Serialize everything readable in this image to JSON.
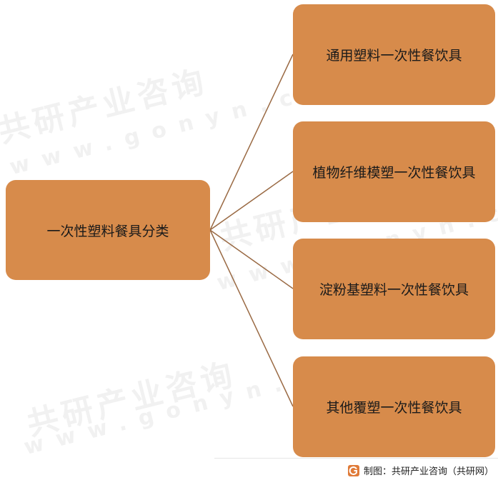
{
  "diagram": {
    "root": {
      "label": "一次性塑料餐具分类"
    },
    "children": [
      {
        "label": "通用塑料一次性餐饮具"
      },
      {
        "label": "植物纤维模塑一次性餐饮具"
      },
      {
        "label": "淀粉基塑料一次性餐饮具"
      },
      {
        "label": "其他覆塑一次性餐饮具"
      }
    ]
  },
  "watermark": {
    "brand_cn": "共研产业咨询",
    "brand_url": "www.gonyn.com"
  },
  "footer": {
    "credit": "制图：共研产业咨询（共研网）"
  },
  "colors": {
    "node_fill": "#d78b4b",
    "connector": "#9a6a44",
    "logo_accent": "#e07b39"
  },
  "icons": {
    "footer_logo": "gonyn-logo-icon"
  }
}
